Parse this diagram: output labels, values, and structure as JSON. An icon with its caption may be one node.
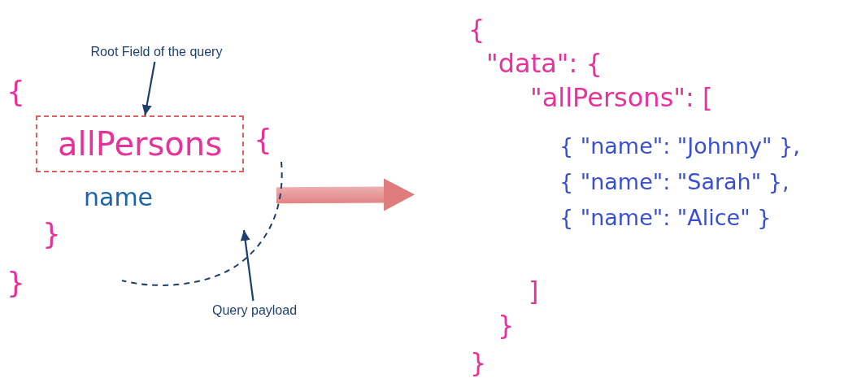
{
  "diagram": {
    "nodes": [
      {
        "text": [
          "Root Field of the query"
        ]
      },
      {
        "text": [
          "{",
          "{",
          "name",
          "}",
          "}"
        ]
      },
      {
        "text": [
          "allPersons"
        ],
        "in": 1
      },
      {
        "text": [],
        "shape": "curve"
      },
      {
        "text": [
          "Query payload"
        ]
      },
      {
        "text": [
          "{",
          "\"data\": {",
          "\"allPersons\": [",
          "{ \"name\": \"Johnny\" },",
          "{ \"name\": \"Sarah\" },",
          "{ \"name\": \"Alice\" }",
          "]",
          "}",
          "}"
        ]
      }
    ],
    "edges": [
      {
        "from": 0,
        "to": 2,
        "arrow": "to"
      },
      {
        "from": 4,
        "to": 3,
        "arrow": "to"
      },
      {
        "from": 1,
        "to": 5,
        "arrow": "to",
        "style": "thick",
        "color": "#e07b7b"
      }
    ]
  }
}
